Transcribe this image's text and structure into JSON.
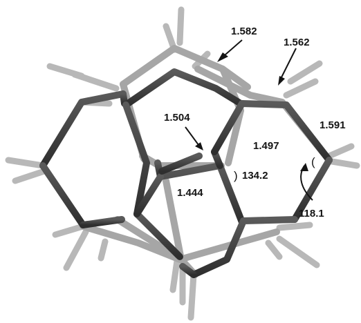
{
  "diagram": {
    "labels": {
      "bond_1582": "1.582",
      "bond_1562": "1.562",
      "bond_1504": "1.504",
      "bond_1591": "1.591",
      "bond_1497": "1.497",
      "angle_1342": "134.2",
      "bond_1444": "1.444",
      "angle_1181": "118.1"
    },
    "colors": {
      "bond_dark": "#3a3a3a",
      "bond_light": "#a8a8a8",
      "hydrogen": "#b4b4b4",
      "text": "#141414"
    }
  }
}
